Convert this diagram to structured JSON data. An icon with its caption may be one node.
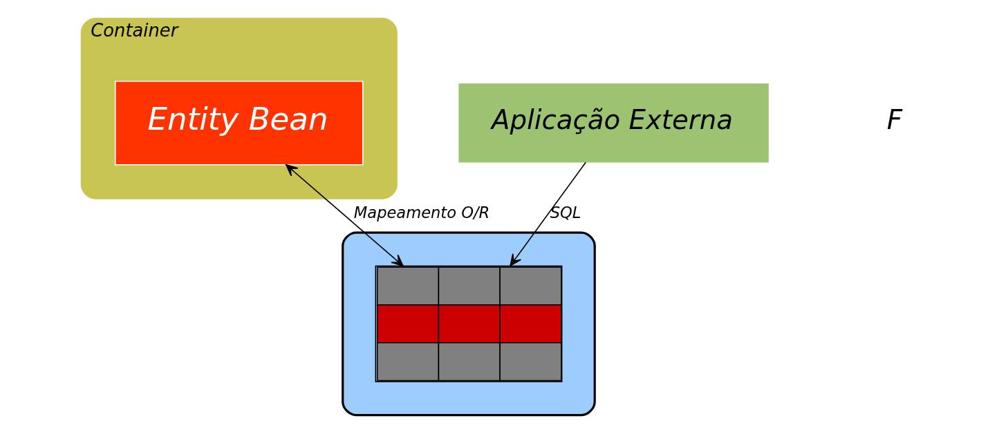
{
  "diagram": {
    "nodes": [
      {
        "text": [
          "Container"
        ]
      },
      {
        "text": [
          "Entity Bean"
        ],
        "in": 0
      },
      {
        "text": [
          "Aplicação Externa"
        ]
      },
      {
        "text": [],
        "shape": "cylinder"
      },
      {
        "text": [],
        "shape": "box",
        "in": 3
      }
    ],
    "edges": [
      {
        "from": 1,
        "to": 4,
        "arrow": "both",
        "label": "Mapeamento O/R"
      },
      {
        "from": 2,
        "to": 4,
        "arrow": "to",
        "label": "SQL"
      }
    ],
    "labels": [
      "F"
    ]
  }
}
